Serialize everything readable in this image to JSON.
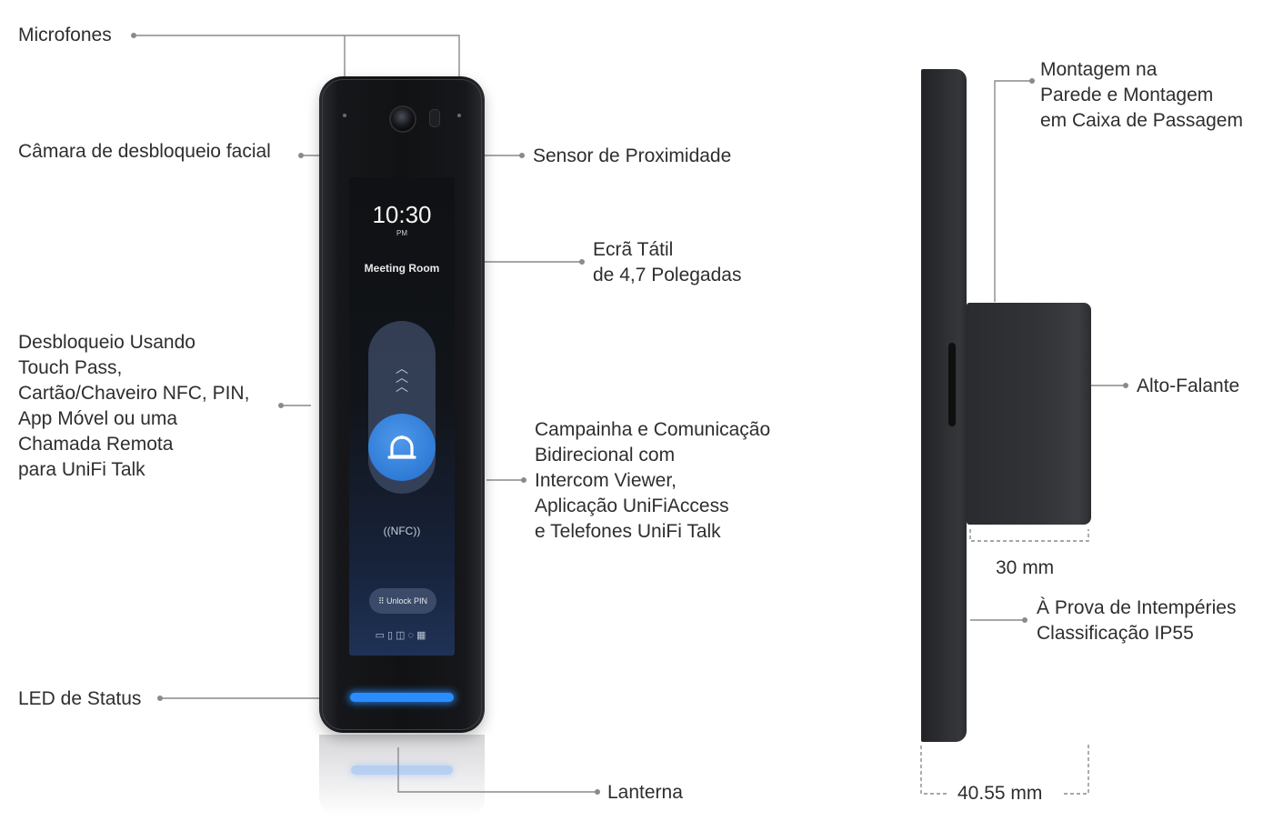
{
  "labels": {
    "microphones": "Microfones",
    "face_camera": "Câmara de desbloqueio facial",
    "proximity": "Sensor de Proximidade",
    "touchscreen": "Ecrã Tátil\nde 4,7 Polegadas",
    "unlock": "Desbloqueio Usando\nTouch Pass,\nCartão/Chaveiro NFC, PIN,\nApp Móvel ou uma\nChamada Remota\npara UniFi Talk",
    "doorbell": "Campainha e Comunicação\nBidirecional com\nIntercom Viewer,\nAplicação UniFiAccess\ne Telefones UniFi Talk",
    "status_led": "LED de Status",
    "flashlight": "Lanterna",
    "mounting": "Montagem na\nParede e Montagem\nem Caixa de Passagem",
    "speaker": "Alto-Falante",
    "depth": "30 mm",
    "weatherproof": "À Prova de Intempéries\nClassificação IP55",
    "thickness": "40.55 mm"
  },
  "screen": {
    "time": "10:30",
    "ampm": "PM",
    "room": "Meeting Room",
    "nfc": "((NFC))",
    "pin_button": "⠿ Unlock PIN"
  },
  "colors": {
    "led": "#2a8cff",
    "bell": "#2f7bd6",
    "device": "#16171a"
  }
}
